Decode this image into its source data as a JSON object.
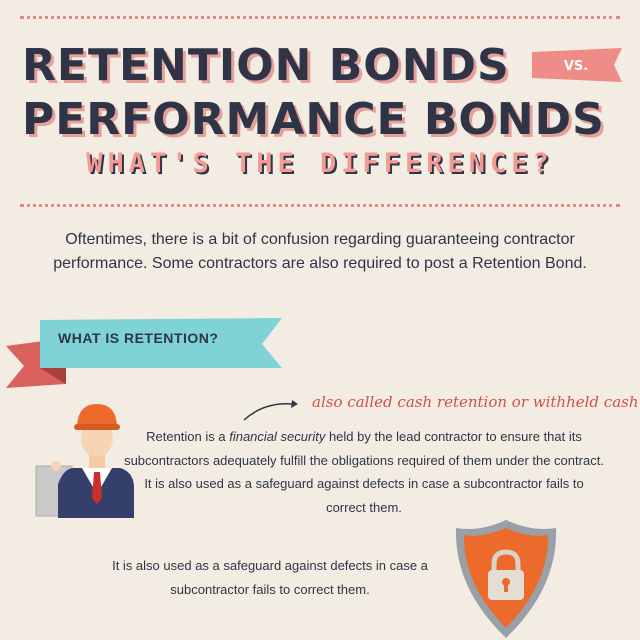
{
  "title": {
    "line1": "RETENTION BONDS",
    "vs": "VS.",
    "line2": "PERFORMANCE BONDS",
    "subtitle": "WHAT'S THE DIFFERENCE?"
  },
  "intro": "Oftentimes, there is a bit of confusion regarding guaranteeing contractor performance. Some contractors are also required to post a Retention Bond.",
  "section": {
    "heading": "WHAT IS RETENTION?",
    "note": "also called cash retention or withheld cash",
    "definition_prefix": "Retention is a ",
    "definition_em": "financial security",
    "definition_rest": " held by the lead contractor to ensure that its subcontractors adequately fulfill the obligations required of them under the contract. It is also used as a safeguard against defects in case a subcontractor fails to correct them.",
    "second_paragraph": "It is also used as a safeguard against defects in case a subcontractor fails to correct them."
  },
  "colors": {
    "background": "#f3ece2",
    "navy": "#2f3547",
    "pink": "#f29a94",
    "teal": "#7fd3d6",
    "orange": "#ec6a2c",
    "accent_red": "#d0504b"
  },
  "icons": {
    "worker": "construction-worker-icon",
    "shield": "shield-lock-icon",
    "arrow": "curved-arrow-icon"
  }
}
